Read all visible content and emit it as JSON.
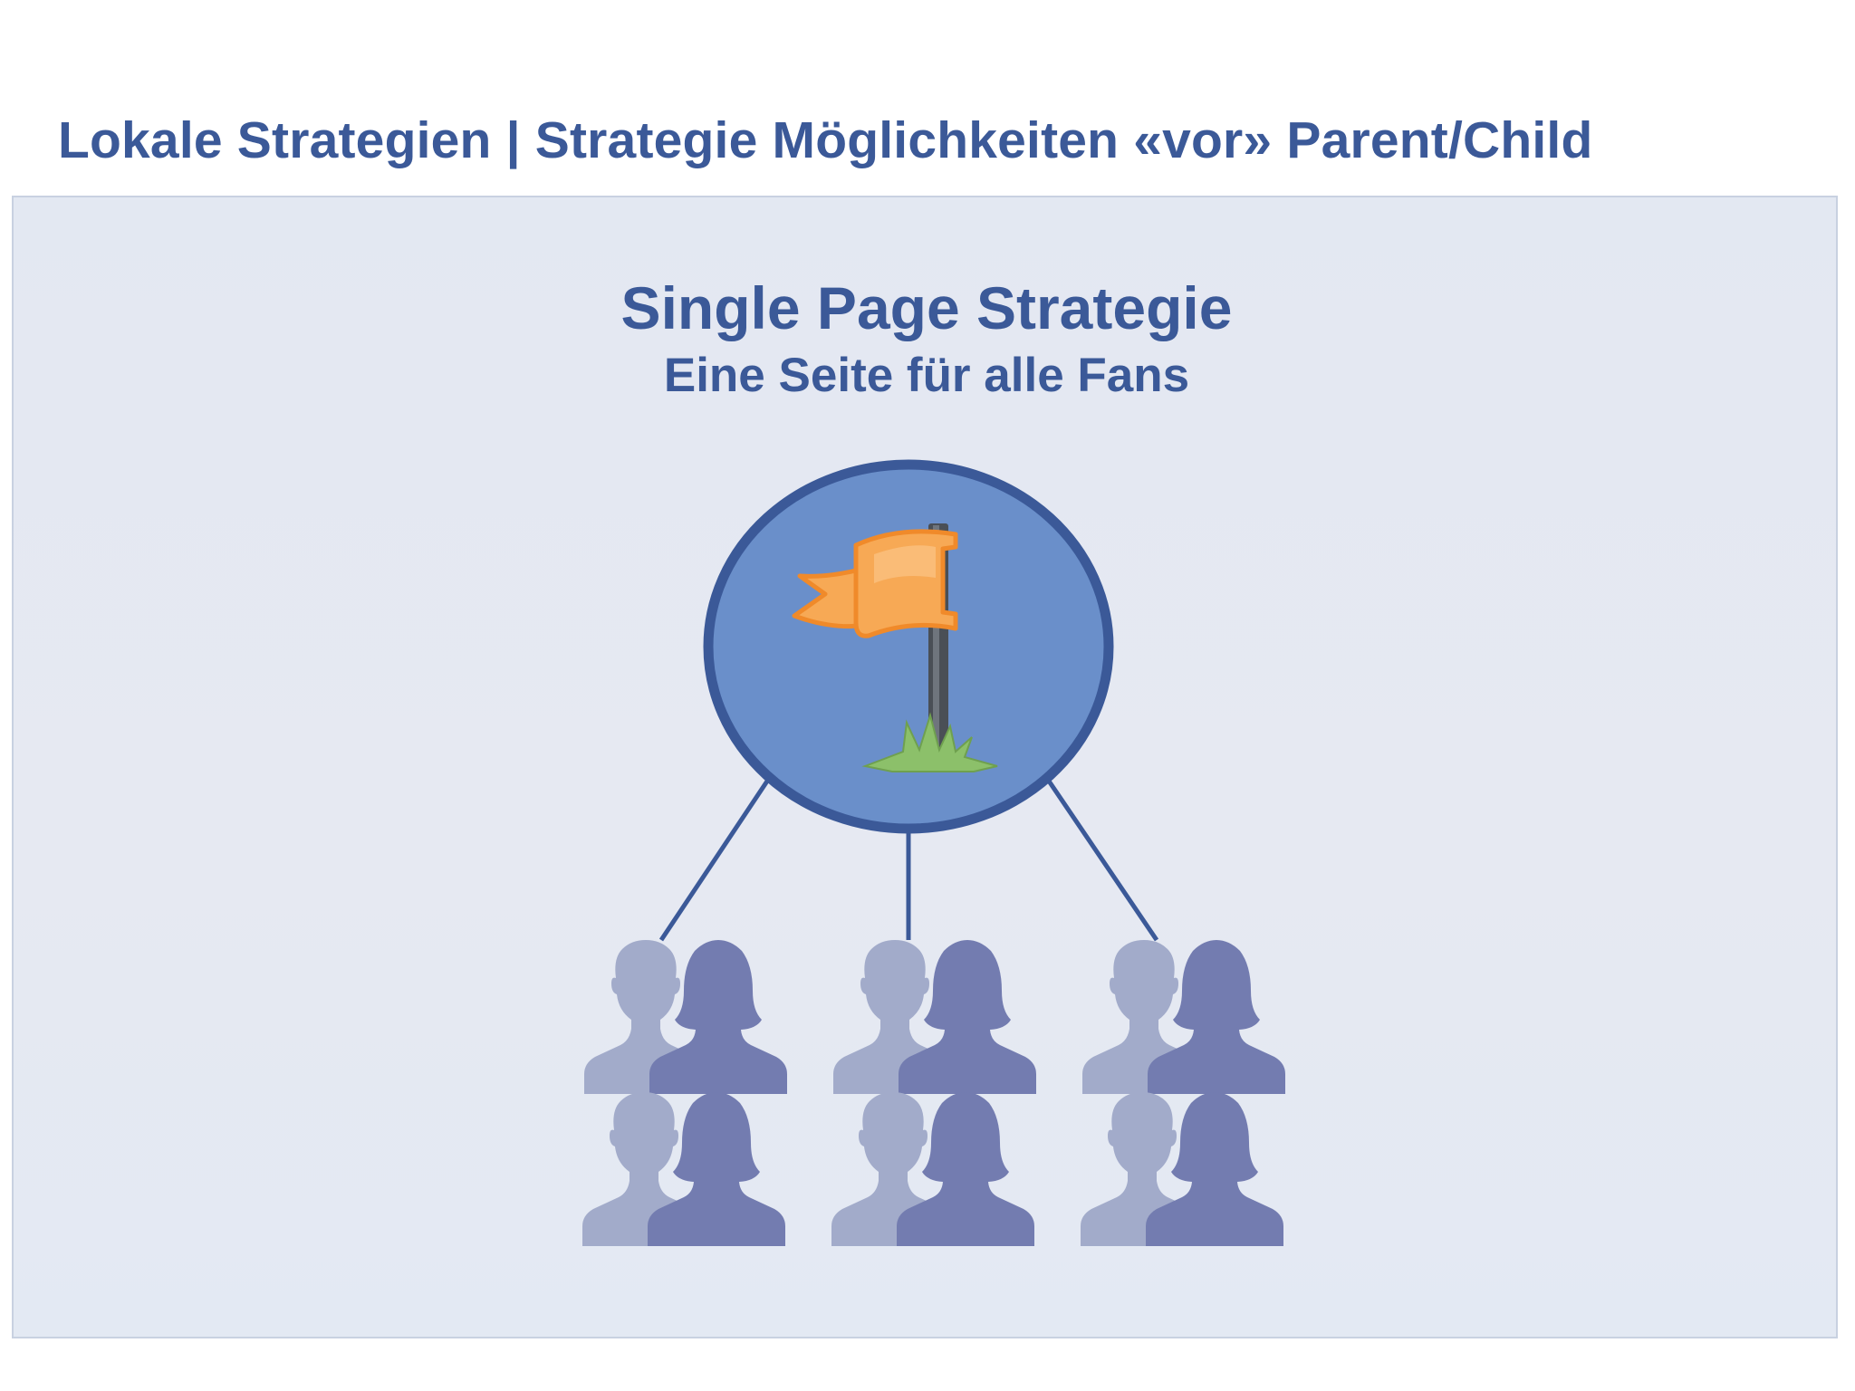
{
  "slide": {
    "title": "Lokale Strategien | Strategie Möglichkeiten «vor» Parent/Child"
  },
  "diagram": {
    "heading": "Single Page Strategie",
    "subheading": "Eine Seite für alle Fans",
    "center_node_icon": "flag-icon",
    "fan_group_icon": "people-pair-icon",
    "fan_group_count": 6,
    "colors": {
      "title": "#3b5998",
      "panel_background": "#e4e8f2",
      "circle_fill": "#6a8fca",
      "circle_stroke": "#3b5998",
      "flag": "#f7a955",
      "grass": "#8cc06a",
      "person_light": "#a2abca",
      "person_dark": "#737cb0"
    }
  }
}
